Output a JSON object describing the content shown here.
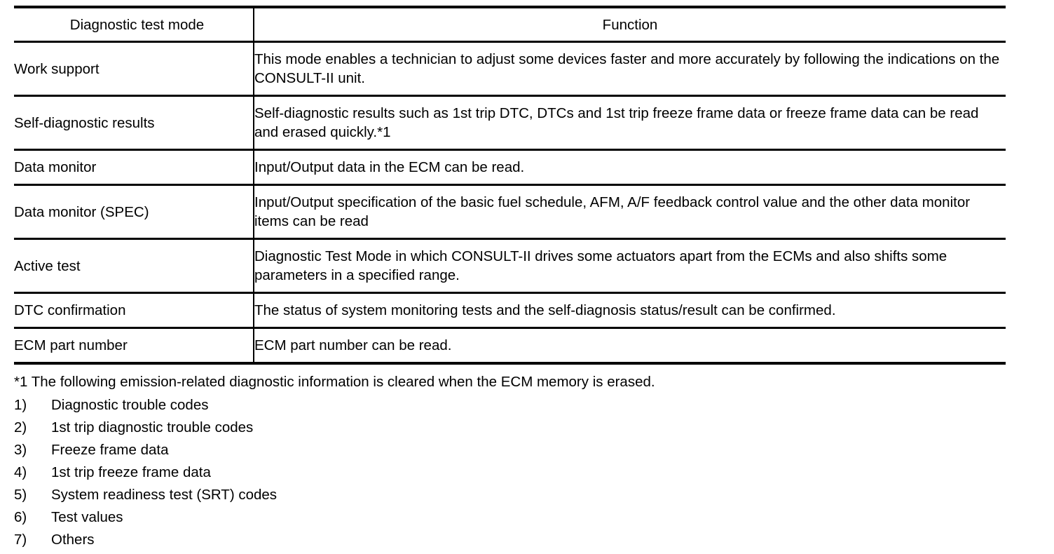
{
  "table": {
    "headers": {
      "mode": "Diagnostic test mode",
      "function": "Function"
    },
    "rows": [
      {
        "mode": "Work support",
        "function": "This mode enables a technician to adjust some devices faster and more accurately by following the indications on the CONSULT-II unit.",
        "lines": 2
      },
      {
        "mode": "Self-diagnostic results",
        "function": "Self-diagnostic results such as 1st trip DTC, DTCs and 1st trip freeze frame data or freeze frame data can be read and erased quickly.*1",
        "lines": 2
      },
      {
        "mode": "Data monitor",
        "function": "Input/Output data in the ECM can be read.",
        "lines": 1
      },
      {
        "mode": "Data monitor (SPEC)",
        "function": "Input/Output specification of the basic fuel schedule, AFM, A/F feedback control value and the other data monitor items can be read",
        "lines": 2
      },
      {
        "mode": "Active test",
        "function": "Diagnostic Test Mode in which CONSULT-II drives some actuators apart from the ECMs and also shifts some parameters in a specified range.",
        "lines": 2
      },
      {
        "mode": "DTC confirmation",
        "function": "The status of system monitoring tests and the self-diagnosis status/result can be confirmed.",
        "lines": 1
      },
      {
        "mode": "ECM part number",
        "function": "ECM part number can be read.",
        "lines": 1
      }
    ]
  },
  "footnote": {
    "lead": "*1 The following emission-related diagnostic information is cleared when the ECM memory is erased.",
    "items": [
      {
        "num": "1)",
        "text": "Diagnostic trouble codes"
      },
      {
        "num": "2)",
        "text": "1st trip diagnostic trouble codes"
      },
      {
        "num": "3)",
        "text": "Freeze frame data"
      },
      {
        "num": "4)",
        "text": "1st trip freeze frame data"
      },
      {
        "num": "5)",
        "text": "System readiness test (SRT) codes"
      },
      {
        "num": "6)",
        "text": "Test values"
      },
      {
        "num": "7)",
        "text": "Others"
      }
    ]
  },
  "colors": {
    "rule": "#000000",
    "text": "#000000",
    "background": "#ffffff"
  }
}
